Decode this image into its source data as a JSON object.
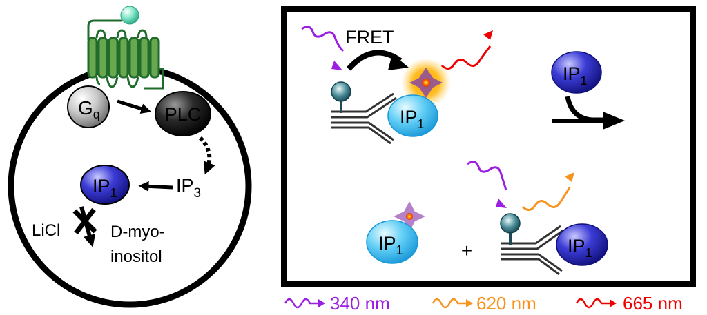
{
  "cell": {
    "gq": "G",
    "gq_sub": "q",
    "plc": "PLC",
    "ip1": "IP",
    "ip1_sub": "1",
    "ip3": "IP",
    "ip3_sub": "3",
    "licl": "LiCl",
    "product_line1": "D-myo-",
    "product_line2": "inositol"
  },
  "assay": {
    "fret": "FRET",
    "ip1": "IP",
    "ip1_sub": "1",
    "plus": "+"
  },
  "legend": [
    {
      "label": "340 nm",
      "color": "#9b1fe0"
    },
    {
      "label": "620 nm",
      "color": "#f7931e"
    },
    {
      "label": "665 nm",
      "color": "#ee0000"
    }
  ],
  "colors": {
    "receptor": "#1f6b2c",
    "ligand": "#5fd3b0",
    "ip1_dark": "#1a1aa8",
    "ip1_light": "#1faee8",
    "antibody": "#333333",
    "frame": "#000000"
  }
}
